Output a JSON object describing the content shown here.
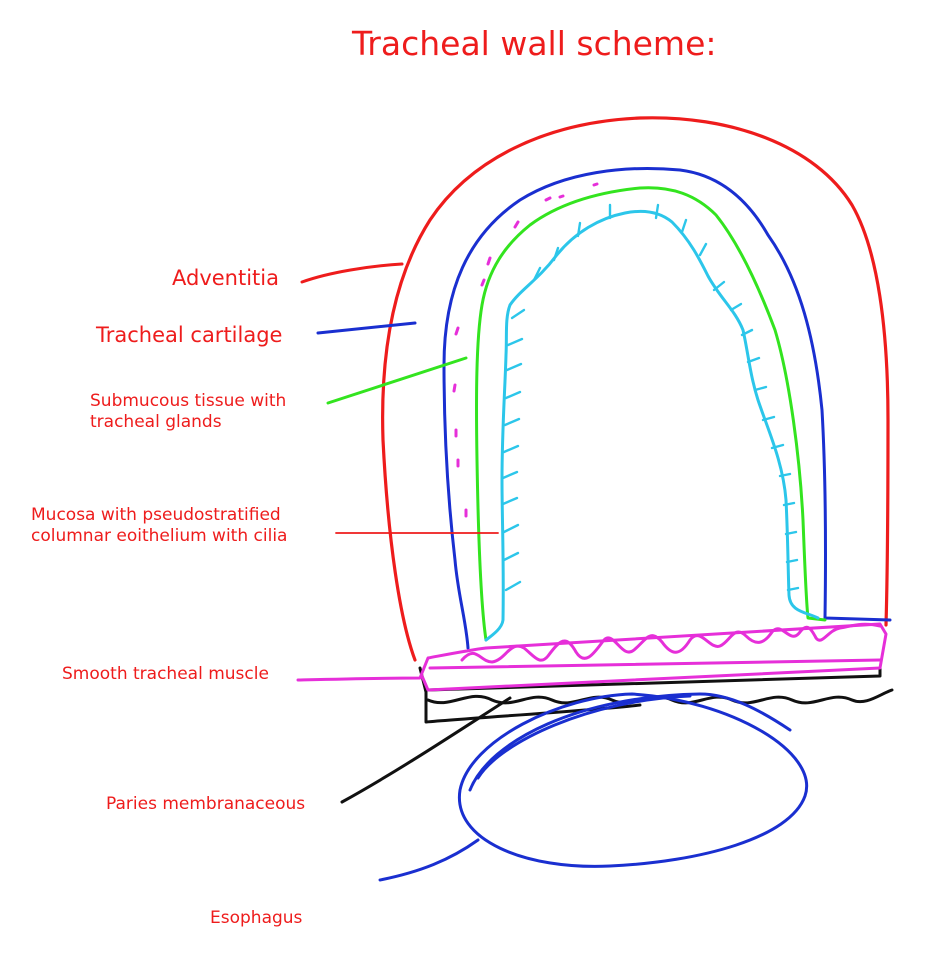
{
  "title": "Tracheal wall scheme:",
  "labels": {
    "adventitia": "Adventitia",
    "cartilage": "Tracheal cartilage",
    "submucosa_line1": "Submucous tissue with",
    "submucosa_line2": "tracheal glands",
    "mucosa_line1": "Mucosa with pseudostratified",
    "mucosa_line2": "columnar eoithelium with cilia",
    "muscle": "Smooth tracheal muscle",
    "paries": "Paries membranaceous",
    "esophagus": "Esophagus"
  },
  "colors": {
    "text": "#ee1c1c",
    "adventitia": "#ee1c1c",
    "cartilage": "#1a2fd0",
    "submucosa": "#33e41f",
    "mucosa": "#2cc6ea",
    "glands": "#e62fd9",
    "muscle": "#e62fd9",
    "paries": "#111111",
    "esophagus": "#1a2fd0",
    "mucosa_leader": "#ee1c1c"
  }
}
